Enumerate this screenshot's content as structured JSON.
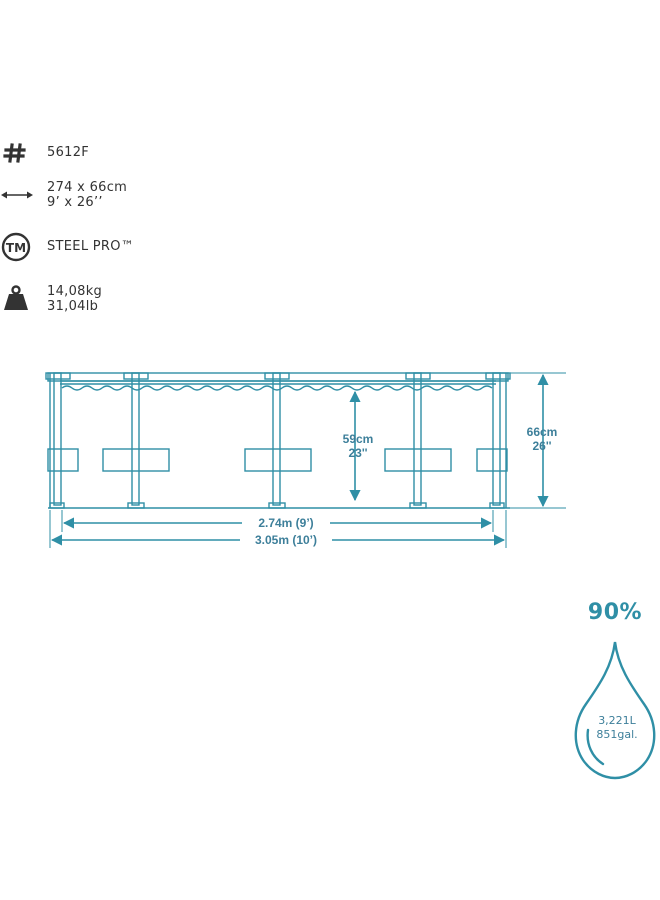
{
  "specs": {
    "model": {
      "icon": "hash-icon",
      "value": "5612F"
    },
    "size": {
      "icon": "double-arrow-icon",
      "metric": "274 x 66cm",
      "imperial": "9’ x 26’’"
    },
    "brand": {
      "icon": "trademark-icon",
      "value": "STEEL PRO™"
    },
    "weight": {
      "icon": "weight-icon",
      "metric": "14,08kg",
      "imperial": "31,04lb"
    }
  },
  "diagram": {
    "water_depth_metric": "59cm",
    "water_depth_imperial": "23''",
    "height_metric": "66cm",
    "height_imperial": "26''",
    "inner_diameter": "2.74m (9’)",
    "outer_diameter": "3.05m (10’)"
  },
  "capacity": {
    "fill_percent": "90%",
    "liters": "3,221L",
    "gallons": "851gal."
  },
  "colors": {
    "line": "#2f8fa6",
    "text_dark": "#333333",
    "label": "#3d7f9a"
  }
}
